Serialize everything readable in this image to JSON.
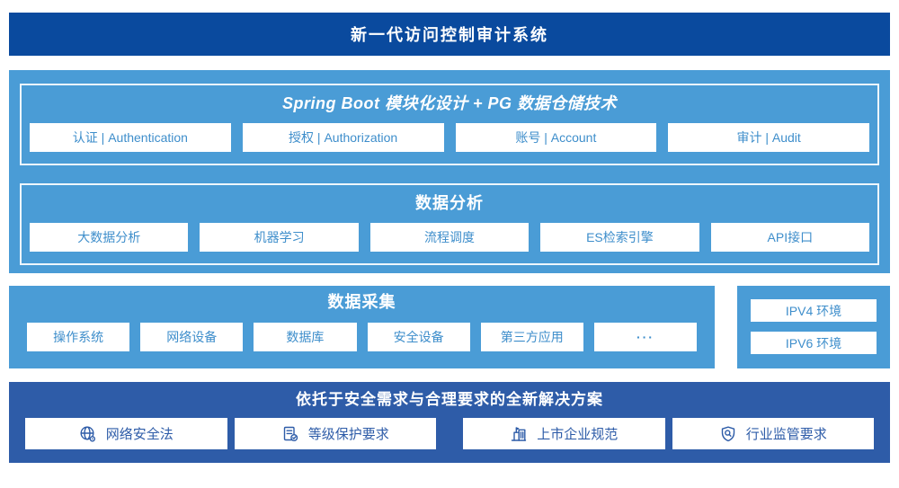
{
  "banner": {
    "title": "新一代访问控制审计系统"
  },
  "platform": {
    "modules_block": {
      "title": "Spring Boot 模块化设计 + PG 数据仓储技术",
      "items": [
        "认证 | Authentication",
        "授权 | Authorization",
        "账号 | Account",
        "审计 | Audit"
      ]
    },
    "analysis_block": {
      "title": "数据分析",
      "items": [
        "大数据分析",
        "机器学习",
        "流程调度",
        "ES检索引擎",
        "API接口"
      ]
    }
  },
  "collection": {
    "title": "数据采集",
    "items": [
      "操作系统",
      "网络设备",
      "数据库",
      "安全设备",
      "第三方应用",
      "···"
    ],
    "env": {
      "items": [
        "IPV4 环境",
        "IPV6 环境"
      ]
    }
  },
  "solution": {
    "title": "依托于安全需求与合理要求的全新解决方案",
    "items": [
      {
        "icon": "globe-network-icon",
        "label": "网络安全法"
      },
      {
        "icon": "document-check-icon",
        "label": "等级保护要求"
      },
      {
        "icon": "building-icon",
        "label": "上市企业规范"
      },
      {
        "icon": "shield-magnifier-icon",
        "label": "行业监管要求"
      }
    ]
  },
  "colors": {
    "banner_bg": "#0a4a9e",
    "section_bg": "#4a9cd6",
    "solution_bg": "#2e5ca8",
    "box_text": "#3e8ecb"
  }
}
